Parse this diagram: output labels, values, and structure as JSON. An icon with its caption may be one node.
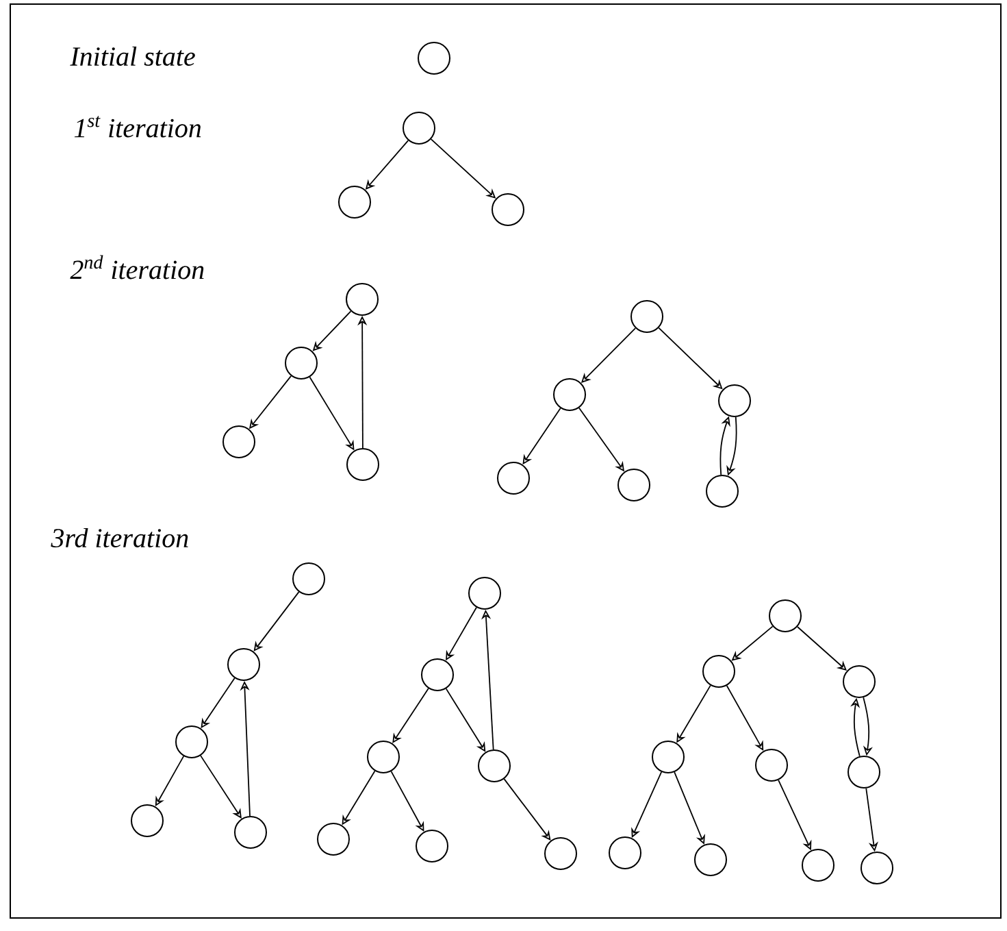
{
  "diagram": {
    "nodes": [
      {
        "text": [],
        "shape": "circle"
      },
      {
        "text": [],
        "shape": "circle"
      },
      {
        "text": [],
        "shape": "circle"
      },
      {
        "text": [],
        "shape": "circle"
      },
      {
        "text": [],
        "shape": "circle"
      },
      {
        "text": [],
        "shape": "circle"
      },
      {
        "text": [],
        "shape": "circle"
      },
      {
        "text": [],
        "shape": "circle"
      },
      {
        "text": [],
        "shape": "circle"
      },
      {
        "text": [],
        "shape": "circle"
      },
      {
        "text": [],
        "shape": "circle"
      },
      {
        "text": [],
        "shape": "circle"
      },
      {
        "text": [],
        "shape": "circle"
      },
      {
        "text": [],
        "shape": "circle"
      },
      {
        "text": [],
        "shape": "circle"
      },
      {
        "text": [],
        "shape": "circle"
      },
      {
        "text": [],
        "shape": "circle"
      },
      {
        "text": [],
        "shape": "circle"
      },
      {
        "text": [],
        "shape": "circle"
      },
      {
        "text": [],
        "shape": "circle"
      },
      {
        "text": [],
        "shape": "circle"
      },
      {
        "text": [],
        "shape": "circle"
      },
      {
        "text": [],
        "shape": "circle"
      },
      {
        "text": [],
        "shape": "circle"
      },
      {
        "text": [],
        "shape": "circle"
      },
      {
        "text": [],
        "shape": "circle"
      },
      {
        "text": [],
        "shape": "circle"
      },
      {
        "text": [],
        "shape": "circle"
      },
      {
        "text": [],
        "shape": "circle"
      },
      {
        "text": [],
        "shape": "circle"
      },
      {
        "text": [],
        "shape": "circle"
      },
      {
        "text": [],
        "shape": "circle"
      },
      {
        "text": [],
        "shape": "circle"
      },
      {
        "text": [],
        "shape": "circle"
      },
      {
        "text": [],
        "shape": "circle"
      },
      {
        "text": [],
        "shape": "circle"
      }
    ],
    "edges": [
      {
        "from": 1,
        "to": 2,
        "arrow": "to"
      },
      {
        "from": 1,
        "to": 3,
        "arrow": "to"
      },
      {
        "from": 4,
        "to": 5,
        "arrow": "to"
      },
      {
        "from": 5,
        "to": 6,
        "arrow": "to"
      },
      {
        "from": 5,
        "to": 7,
        "arrow": "to"
      },
      {
        "from": 7,
        "to": 4,
        "arrow": "to"
      },
      {
        "from": 8,
        "to": 9,
        "arrow": "to"
      },
      {
        "from": 8,
        "to": 10,
        "arrow": "to"
      },
      {
        "from": 9,
        "to": 11,
        "arrow": "to"
      },
      {
        "from": 9,
        "to": 12,
        "arrow": "to"
      },
      {
        "from": 10,
        "to": 13,
        "arrow": "to"
      },
      {
        "from": 13,
        "to": 10,
        "arrow": "to"
      },
      {
        "from": 14,
        "to": 15,
        "arrow": "to"
      },
      {
        "from": 15,
        "to": 16,
        "arrow": "to"
      },
      {
        "from": 16,
        "to": 17,
        "arrow": "to"
      },
      {
        "from": 16,
        "to": 18,
        "arrow": "to"
      },
      {
        "from": 18,
        "to": 15,
        "arrow": "to"
      },
      {
        "from": 19,
        "to": 20,
        "arrow": "to"
      },
      {
        "from": 20,
        "to": 21,
        "arrow": "to"
      },
      {
        "from": 20,
        "to": 22,
        "arrow": "to"
      },
      {
        "from": 22,
        "to": 19,
        "arrow": "to"
      },
      {
        "from": 21,
        "to": 23,
        "arrow": "to"
      },
      {
        "from": 21,
        "to": 24,
        "arrow": "to"
      },
      {
        "from": 22,
        "to": 25,
        "arrow": "to"
      },
      {
        "from": 26,
        "to": 27,
        "arrow": "to"
      },
      {
        "from": 26,
        "to": 28,
        "arrow": "to"
      },
      {
        "from": 27,
        "to": 29,
        "arrow": "to"
      },
      {
        "from": 27,
        "to": 30,
        "arrow": "to"
      },
      {
        "from": 29,
        "to": 32,
        "arrow": "to"
      },
      {
        "from": 29,
        "to": 33,
        "arrow": "to"
      },
      {
        "from": 30,
        "to": 34,
        "arrow": "to"
      },
      {
        "from": 28,
        "to": 31,
        "arrow": "to"
      },
      {
        "from": 31,
        "to": 28,
        "arrow": "to"
      },
      {
        "from": 31,
        "to": 35,
        "arrow": "to"
      }
    ],
    "labels": [
      "Initial state",
      "1$^{st}$ iteration",
      "2$^{nd}$ iteration",
      "3rd iteration"
    ]
  }
}
